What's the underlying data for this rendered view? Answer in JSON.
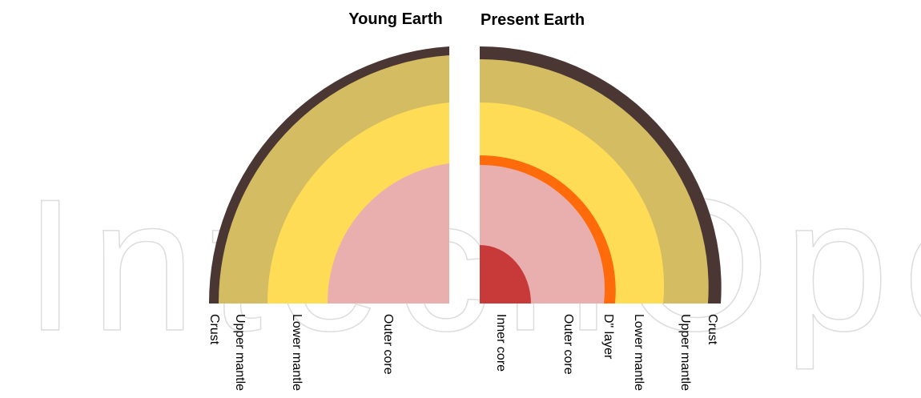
{
  "watermark": {
    "text": "IntechOpen"
  },
  "panels": [
    {
      "title": "Young Earth",
      "layers": [
        {
          "name": "Crust",
          "color": "#4a3734"
        },
        {
          "name": "Upper mantle",
          "color": "#d4bc62"
        },
        {
          "name": "Lower mantle",
          "color": "#ffdc56"
        },
        {
          "name": "Outer core",
          "color": "#e8afae"
        }
      ]
    },
    {
      "title": "Present Earth",
      "layers": [
        {
          "name": "Crust",
          "color": "#4a3734"
        },
        {
          "name": "Upper mantle",
          "color": "#d4bc62"
        },
        {
          "name": "Lower mantle",
          "color": "#ffdc56"
        },
        {
          "name": "D\" layer",
          "color": "#ff6a0a"
        },
        {
          "name": "Outer core",
          "color": "#e8afae"
        },
        {
          "name": "Inner core",
          "color": "#c8393a"
        }
      ]
    }
  ]
}
